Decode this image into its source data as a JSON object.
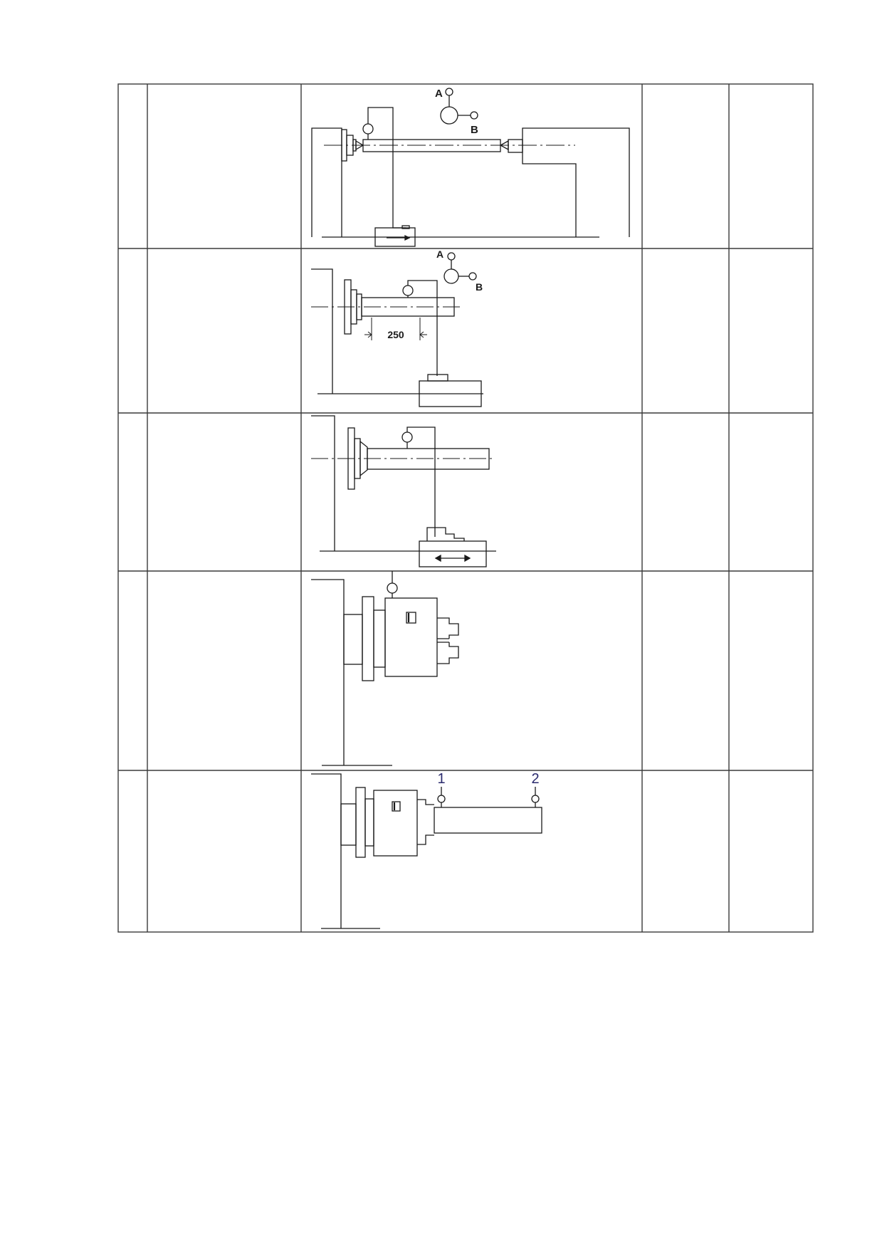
{
  "labels": {
    "fig1_a": "A",
    "fig1_b": "B",
    "fig2_a": "A",
    "fig2_b": "B",
    "fig2_dim": "250",
    "fig5_p1": "1",
    "fig5_p2": "2"
  },
  "colors": {
    "line": "#1a1a1a",
    "grid": "#3a3a3a",
    "point_label": "#2b2b6e"
  },
  "table": {
    "rows": 5,
    "columns": 5
  }
}
